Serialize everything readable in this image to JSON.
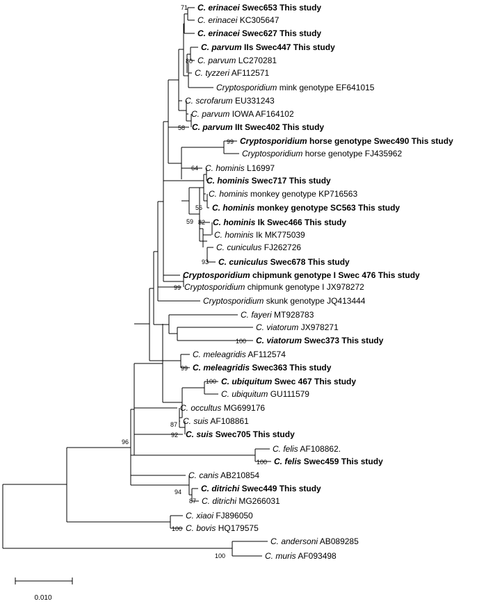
{
  "tree": {
    "type": "phylogenetic-tree",
    "scale_bar": {
      "label": "0.010"
    },
    "taxa": [
      {
        "id": "t1",
        "parts": [
          {
            "t": "C. ",
            "i": true
          },
          {
            "t": "erinacei",
            "i": true
          },
          {
            "t": " Swec653 This study"
          }
        ],
        "bold": true
      },
      {
        "id": "t2",
        "parts": [
          {
            "t": "C. erinacei",
            "i": true
          },
          {
            "t": " KC305647"
          }
        ],
        "bold": false
      },
      {
        "id": "t3",
        "parts": [
          {
            "t": "C. erinacei",
            "i": true
          },
          {
            "t": " Swec627 This study"
          }
        ],
        "bold": true
      },
      {
        "id": "t4",
        "parts": [
          {
            "t": "C. parvum",
            "i": true
          },
          {
            "t": " IIs Swec447 This study"
          }
        ],
        "bold": true
      },
      {
        "id": "t5",
        "parts": [
          {
            "t": "C. parvum",
            "i": true
          },
          {
            "t": " LC270281"
          }
        ],
        "bold": false
      },
      {
        "id": "t6",
        "parts": [
          {
            "t": "C. tyzzeri",
            "i": true
          },
          {
            "t": " AF112571"
          }
        ],
        "bold": false
      },
      {
        "id": "t7",
        "parts": [
          {
            "t": "Cryptosporidium",
            "i": true
          },
          {
            "t": " mink genotype EF641015"
          }
        ],
        "bold": false
      },
      {
        "id": "t8",
        "parts": [
          {
            "t": "C. scrofarum",
            "i": true
          },
          {
            "t": " EU331243"
          }
        ],
        "bold": false
      },
      {
        "id": "t9",
        "parts": [
          {
            "t": "C. parvum",
            "i": true
          },
          {
            "t": " IOWA AF164102"
          }
        ],
        "bold": false
      },
      {
        "id": "t10",
        "parts": [
          {
            "t": "C. parvum",
            "i": true
          },
          {
            "t": " IIt Swec402 This study"
          }
        ],
        "bold": true
      },
      {
        "id": "t11",
        "parts": [
          {
            "t": "Cryptosporidium",
            "i": true
          },
          {
            "t": " horse genotype Swec490 This study"
          }
        ],
        "bold": true
      },
      {
        "id": "t12",
        "parts": [
          {
            "t": "Cryptosporidium",
            "i": true
          },
          {
            "t": " horse genotype FJ435962"
          }
        ],
        "bold": false
      },
      {
        "id": "t13",
        "parts": [
          {
            "t": "C. hominis",
            "i": true
          },
          {
            "t": " L16997"
          }
        ],
        "bold": false
      },
      {
        "id": "t14",
        "parts": [
          {
            "t": "C. hominis",
            "i": true
          },
          {
            "t": " Swec717 This study"
          }
        ],
        "bold": true
      },
      {
        "id": "t15",
        "parts": [
          {
            "t": "C. hominis",
            "i": true
          },
          {
            "t": " monkey genotype KP716563"
          }
        ],
        "bold": false
      },
      {
        "id": "t16",
        "parts": [
          {
            "t": "C. hominis",
            "i": true
          },
          {
            "t": " monkey genotype SC563 This study"
          }
        ],
        "bold": true
      },
      {
        "id": "t17",
        "parts": [
          {
            "t": "C. hominis",
            "i": true
          },
          {
            "t": " Ik Swec466 This study"
          }
        ],
        "bold": true
      },
      {
        "id": "t18",
        "parts": [
          {
            "t": "C. hominis",
            "i": true
          },
          {
            "t": " Ik MK775039"
          }
        ],
        "bold": false
      },
      {
        "id": "t19",
        "parts": [
          {
            "t": "C. cuniculus",
            "i": true
          },
          {
            "t": " FJ262726"
          }
        ],
        "bold": false
      },
      {
        "id": "t20",
        "parts": [
          {
            "t": "C. cuniculus",
            "i": true
          },
          {
            "t": " Swec678 This study"
          }
        ],
        "bold": true
      },
      {
        "id": "t21",
        "parts": [
          {
            "t": "Cryptosporidium",
            "i": true
          },
          {
            "t": " chipmunk genotype I Swec 476 This study"
          }
        ],
        "bold": true
      },
      {
        "id": "t22",
        "parts": [
          {
            "t": "Cryptosporidium",
            "i": true
          },
          {
            "t": " chipmunk genotype I JX978272"
          }
        ],
        "bold": false
      },
      {
        "id": "t23",
        "parts": [
          {
            "t": "Cryptosporidium",
            "i": true
          },
          {
            "t": " skunk genotype JQ413444"
          }
        ],
        "bold": false
      },
      {
        "id": "t24",
        "parts": [
          {
            "t": "C. fayeri",
            "i": true
          },
          {
            "t": " MT928783"
          }
        ],
        "bold": false
      },
      {
        "id": "t25",
        "parts": [
          {
            "t": "C. viatorum",
            "i": true
          },
          {
            "t": " JX978271"
          }
        ],
        "bold": false
      },
      {
        "id": "t26",
        "parts": [
          {
            "t": "C. viatorum",
            "i": true
          },
          {
            "t": " Swec373 This study"
          }
        ],
        "bold": true
      },
      {
        "id": "t27",
        "parts": [
          {
            "t": "C. meleagridis",
            "i": true
          },
          {
            "t": " AF112574"
          }
        ],
        "bold": false
      },
      {
        "id": "t28",
        "parts": [
          {
            "t": "C. meleagridis",
            "i": true
          },
          {
            "t": " Swec363 This study"
          }
        ],
        "bold": true
      },
      {
        "id": "t29",
        "parts": [
          {
            "t": "C. ubiquitum",
            "i": true
          },
          {
            "t": " Swec 467 This study"
          }
        ],
        "bold": true
      },
      {
        "id": "t30",
        "parts": [
          {
            "t": "C. ubiquitum",
            "i": true
          },
          {
            "t": " GU111579"
          }
        ],
        "bold": false
      },
      {
        "id": "t31",
        "parts": [
          {
            "t": "C. occultus",
            "i": true
          },
          {
            "t": " MG699176"
          }
        ],
        "bold": false
      },
      {
        "id": "t32",
        "parts": [
          {
            "t": "C. suis",
            "i": true
          },
          {
            "t": " AF108861"
          }
        ],
        "bold": false
      },
      {
        "id": "t33",
        "parts": [
          {
            "t": "C. suis",
            "i": true
          },
          {
            "t": " Swec705 This study"
          }
        ],
        "bold": true
      },
      {
        "id": "t34",
        "parts": [
          {
            "t": "C. felis",
            "i": true
          },
          {
            "t": " AF108862."
          }
        ],
        "bold": false
      },
      {
        "id": "t35",
        "parts": [
          {
            "t": "C. felis",
            "i": true
          },
          {
            "t": " Swec459 This study"
          }
        ],
        "bold": true
      },
      {
        "id": "t36",
        "parts": [
          {
            "t": "C. canis",
            "i": true
          },
          {
            "t": " AB210854"
          }
        ],
        "bold": false
      },
      {
        "id": "t37",
        "parts": [
          {
            "t": "C. ditrichi",
            "i": true
          },
          {
            "t": " Swec449 This study"
          }
        ],
        "bold": true
      },
      {
        "id": "t38",
        "parts": [
          {
            "t": "C. ditrichi",
            "i": true
          },
          {
            "t": " MG266031"
          }
        ],
        "bold": false
      },
      {
        "id": "t39",
        "parts": [
          {
            "t": "C. xiaoi",
            "i": true
          },
          {
            "t": " FJ896050"
          }
        ],
        "bold": false
      },
      {
        "id": "t40",
        "parts": [
          {
            "t": "C. bovis",
            "i": true
          },
          {
            "t": " HQ179575"
          }
        ],
        "bold": false
      },
      {
        "id": "t41",
        "parts": [
          {
            "t": "C. andersoni",
            "i": true
          },
          {
            "t": " AB089285"
          }
        ],
        "bold": false
      },
      {
        "id": "t42",
        "parts": [
          {
            "t": "C. muris",
            "i": true
          },
          {
            "t": " AF093498"
          }
        ],
        "bold": false
      }
    ],
    "bootstrap_values": [
      "71",
      "80",
      "58",
      "99",
      "64",
      "56",
      "82",
      "59",
      "93",
      "99",
      "100",
      "99",
      "100",
      "87",
      "92",
      "96",
      "100",
      "94",
      "87",
      "100",
      "100"
    ]
  }
}
